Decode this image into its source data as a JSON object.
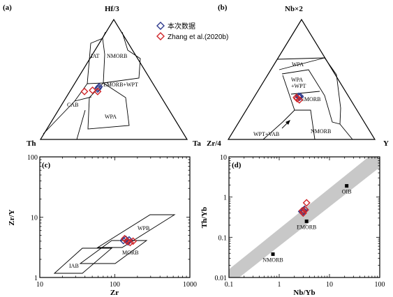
{
  "colors": {
    "series_this_study": "#2e3a8c",
    "series_zhang": "#d0262a",
    "mantle_array": "#c8c8c8",
    "reference_point": "#000000"
  },
  "legend": {
    "items": [
      {
        "name": "本次数据",
        "color": "#2e3a8c",
        "marker": "diamond"
      },
      {
        "name": "Zhang et al.(2020b)",
        "color": "#d0262a",
        "marker": "diamond"
      }
    ]
  },
  "chart_data": [
    {
      "panel": "(a)",
      "type": "ternary",
      "vertices": {
        "top": "Hf/3",
        "left": "Th",
        "right": "Ta"
      },
      "fields": [
        "IAT",
        "NMORB",
        "EMORB+WPT",
        "CAB",
        "WPA"
      ],
      "series": [
        {
          "name": "本次数据",
          "points": [
            [
              0.43,
              0.39,
              0.18
            ],
            [
              0.42,
              0.4,
              0.18
            ],
            [
              0.44,
              0.38,
              0.18
            ]
          ]
        },
        {
          "name": "Zhang et al.(2020b)",
          "points": [
            [
              0.4,
              0.41,
              0.19
            ],
            [
              0.41,
              0.44,
              0.15
            ],
            [
              0.4,
              0.5,
              0.1
            ]
          ]
        }
      ]
    },
    {
      "panel": "(b)",
      "type": "ternary",
      "vertices": {
        "top": "Nb×2",
        "left": "Zr/4",
        "right": "Y"
      },
      "fields": [
        "WPA",
        "WPA\n+WPT",
        "EMORB",
        "NMORB",
        "WPT+VAB"
      ],
      "series": [
        {
          "name": "本次数据",
          "points": [
            [
              0.36,
              0.34,
              0.3
            ],
            [
              0.35,
              0.34,
              0.31
            ],
            [
              0.36,
              0.33,
              0.31
            ]
          ]
        },
        {
          "name": "Zhang et al.(2020b)",
          "points": [
            [
              0.35,
              0.36,
              0.29
            ],
            [
              0.33,
              0.35,
              0.32
            ],
            [
              0.34,
              0.36,
              0.3
            ]
          ]
        }
      ]
    },
    {
      "panel": "(c)",
      "type": "scatter",
      "xlabel": "Zr",
      "ylabel": "Zr/Y",
      "xscale": "log",
      "yscale": "log",
      "xlim": [
        10,
        1000
      ],
      "ylim": [
        1,
        100
      ],
      "xticks": [
        "10",
        "100",
        "1000"
      ],
      "yticks": [
        "1",
        "10",
        "100"
      ],
      "fields": [
        "WPB",
        "MORB",
        "IAB"
      ],
      "series": [
        {
          "name": "本次数据",
          "x": [
            130,
            140,
            150,
            155
          ],
          "y": [
            4.1,
            4.3,
            3.9,
            4.2
          ]
        },
        {
          "name": "Zhang et al.(2020b)",
          "x": [
            135,
            145,
            160,
            175
          ],
          "y": [
            4.4,
            4.0,
            3.8,
            4.0
          ]
        }
      ]
    },
    {
      "panel": "(d)",
      "type": "scatter",
      "xlabel": "Nb/Yb",
      "ylabel": "Th/Yb",
      "xscale": "log",
      "yscale": "log",
      "xlim": [
        0.1,
        100
      ],
      "ylim": [
        0.01,
        10
      ],
      "xticks": [
        "0.1",
        "1",
        "10",
        "100"
      ],
      "yticks": [
        "0.01",
        "0.1",
        "1",
        "10"
      ],
      "reference_points": [
        {
          "label": "OIB",
          "x": 22,
          "y": 1.9
        },
        {
          "label": "EMORB",
          "x": 3.5,
          "y": 0.25
        },
        {
          "label": "NMORB",
          "x": 0.75,
          "y": 0.038
        }
      ],
      "series": [
        {
          "name": "本次数据",
          "x": [
            3.1,
            2.9,
            3.2,
            2.8
          ],
          "y": [
            0.45,
            0.42,
            0.5,
            0.44
          ]
        },
        {
          "name": "Zhang et al.(2020b)",
          "x": [
            3.3,
            3.0,
            3.5,
            2.9
          ],
          "y": [
            0.48,
            0.4,
            0.72,
            0.46
          ]
        }
      ]
    }
  ]
}
